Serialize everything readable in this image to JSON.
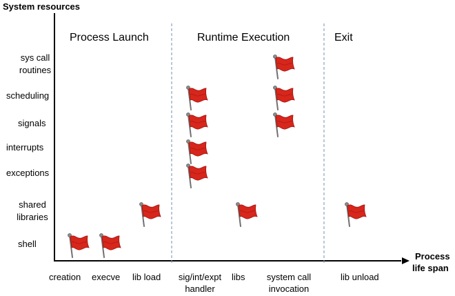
{
  "axes": {
    "y_title": "System resources",
    "x_title_line1": "Process",
    "x_title_line2": "life span"
  },
  "phases": [
    "Process Launch",
    "Runtime Execution",
    "Exit"
  ],
  "resources": [
    {
      "line1": "sys call",
      "line2": "routines"
    },
    {
      "line1": "scheduling",
      "line2": ""
    },
    {
      "line1": "signals",
      "line2": ""
    },
    {
      "line1": "interrupts",
      "line2": ""
    },
    {
      "line1": "exceptions",
      "line2": ""
    },
    {
      "line1": "shared",
      "line2": "libraries"
    },
    {
      "line1": "shell",
      "line2": ""
    }
  ],
  "events": [
    {
      "line1": "creation",
      "line2": ""
    },
    {
      "line1": "execve",
      "line2": ""
    },
    {
      "line1": "lib load",
      "line2": ""
    },
    {
      "line1": "sig/int/expt",
      "line2": "handler"
    },
    {
      "line1": "libs",
      "line2": ""
    },
    {
      "line1": "system call",
      "line2": "invocation"
    },
    {
      "line1": "lib unload",
      "line2": ""
    }
  ],
  "flags": [
    {
      "event": "creation",
      "resource": "shell"
    },
    {
      "event": "execve",
      "resource": "shell"
    },
    {
      "event": "lib load",
      "resource": "shared libraries"
    },
    {
      "event": "sig/int/expt handler",
      "resource": "scheduling"
    },
    {
      "event": "sig/int/expt handler",
      "resource": "signals"
    },
    {
      "event": "sig/int/expt handler",
      "resource": "interrupts"
    },
    {
      "event": "sig/int/expt handler",
      "resource": "exceptions"
    },
    {
      "event": "libs",
      "resource": "shared libraries"
    },
    {
      "event": "system call invocation",
      "resource": "sys call routines"
    },
    {
      "event": "system call invocation",
      "resource": "scheduling"
    },
    {
      "event": "system call invocation",
      "resource": "signals"
    },
    {
      "event": "lib unload",
      "resource": "shared libraries"
    }
  ],
  "colors": {
    "flag_red": "#d7261b",
    "flag_dark": "#9e1410",
    "pole": "#707070",
    "divider": "#6f8fb3",
    "axis": "#000000"
  }
}
